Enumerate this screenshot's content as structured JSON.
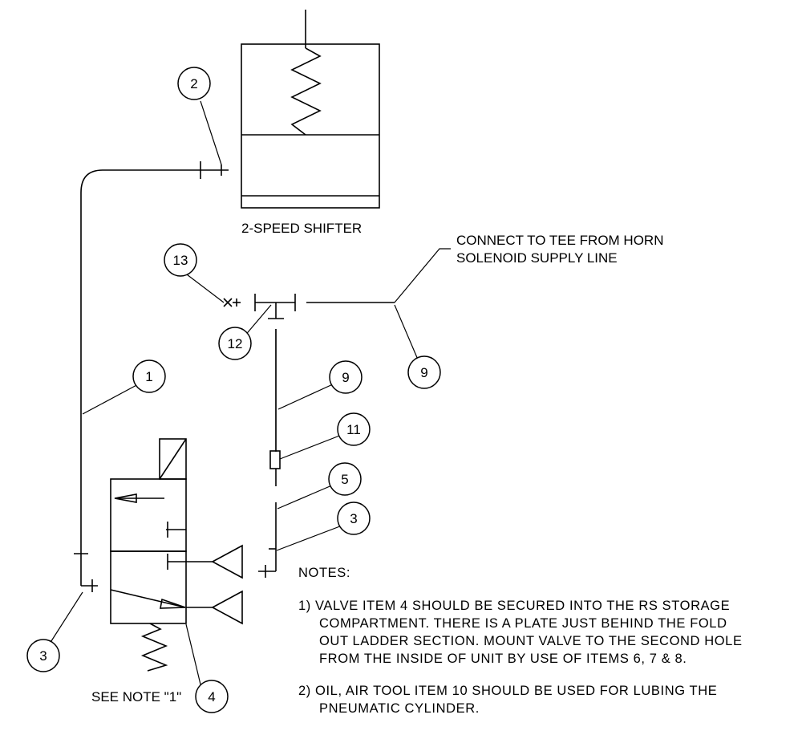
{
  "labels": {
    "shifter": "2-SPEED SHIFTER",
    "connect_line1": "CONNECT TO TEE FROM HORN",
    "connect_line2": "SOLENOID SUPPLY LINE",
    "see_note": "SEE NOTE \"1\""
  },
  "balloons": {
    "b2": "2",
    "b13": "13",
    "b12": "12",
    "b9_right": "9",
    "b1": "1",
    "b9_mid": "9",
    "b11": "11",
    "b5": "5",
    "b3_right": "3",
    "b3_left": "3",
    "b4": "4"
  },
  "notes": {
    "heading": "NOTES:",
    "n1": [
      "1)  VALVE ITEM 4 SHOULD BE SECURED INTO THE RS STORAGE",
      "COMPARTMENT.  THERE IS A PLATE JUST BEHIND THE FOLD",
      "OUT LADDER SECTION.  MOUNT VALVE TO THE SECOND HOLE",
      "FROM THE INSIDE OF UNIT BY USE OF ITEMS 6, 7 & 8."
    ],
    "n2": [
      "2)  OIL, AIR TOOL ITEM 10 SHOULD BE USED FOR LUBING THE",
      "PNEUMATIC CYLINDER."
    ]
  }
}
